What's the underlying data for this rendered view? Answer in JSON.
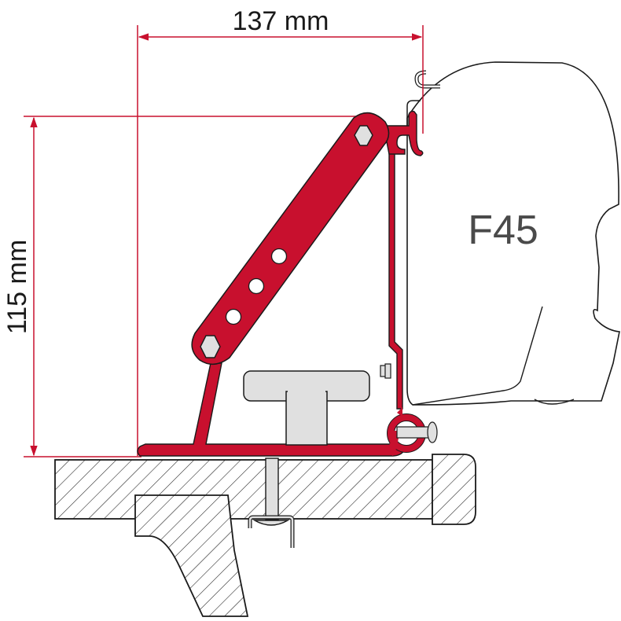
{
  "diagram": {
    "type": "technical-drawing",
    "subject": "Awning mounting bracket adapter (side section view)",
    "dimensions": {
      "width": {
        "value": "137",
        "unit": "mm",
        "label": "137 mm"
      },
      "height": {
        "value": "115",
        "unit": "mm",
        "label": "115 mm"
      }
    },
    "awning_model": {
      "label": "F45"
    },
    "components": [
      {
        "id": "bracket",
        "name": "Red mounting bracket with diagonal strut"
      },
      {
        "id": "strut-holes",
        "name": "Adjustment holes",
        "count": 3
      },
      {
        "id": "hex-bolts",
        "name": "Hex bolt heads",
        "count": 2
      },
      {
        "id": "t-bolt",
        "name": "T-bolt / rail fastener"
      },
      {
        "id": "awning-cassette",
        "name": "F45 awning cassette profile"
      },
      {
        "id": "roof-rail",
        "name": "Roof rail cross-section (hatched)"
      },
      {
        "id": "roof-profile",
        "name": "Vehicle roof profile (hatched)"
      },
      {
        "id": "clip-pin",
        "name": "Lower clip with pin"
      },
      {
        "id": "bottom-nut",
        "name": "Bottom retaining clip"
      }
    ],
    "colors": {
      "bracket": "#c8102e",
      "dimension_lines": "#c8102e",
      "metal_parts": "#e0e0e0",
      "outline": "#1a1a1a",
      "background": "#ffffff"
    }
  }
}
